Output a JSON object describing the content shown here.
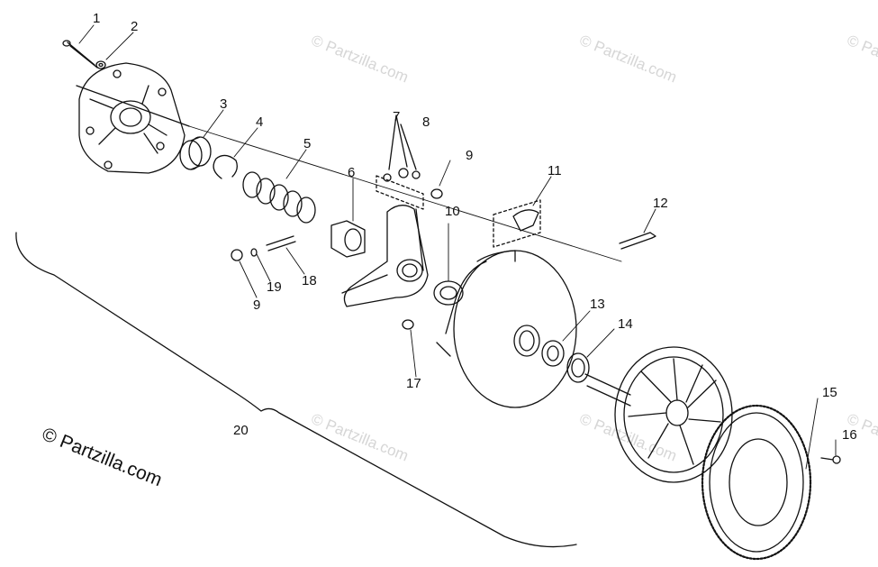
{
  "copyright": "© Partzilla.com",
  "watermark": "© Partzilla.com",
  "callouts": [
    "1",
    "2",
    "3",
    "4",
    "5",
    "6",
    "7",
    "8",
    "9",
    "9",
    "10",
    "11",
    "12",
    "13",
    "14",
    "15",
    "16",
    "17",
    "18",
    "19",
    "20"
  ]
}
